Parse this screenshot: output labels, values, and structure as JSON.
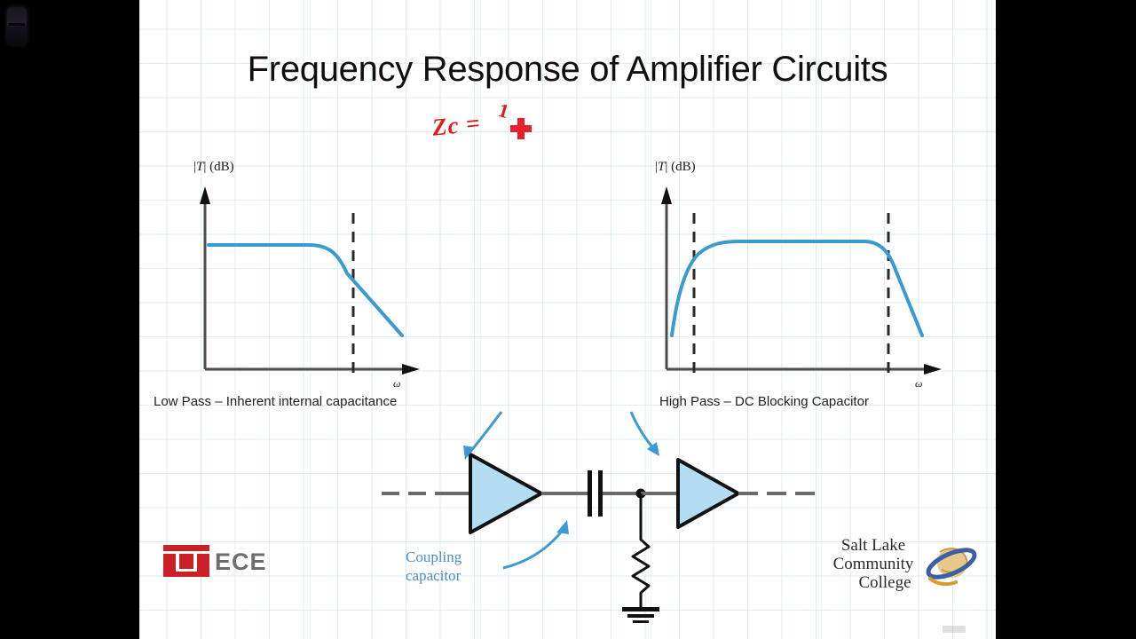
{
  "window": {
    "corner_icon": "device-glyph",
    "letterbox": true,
    "background_color": "#000000",
    "slide_background": "#ffffff",
    "grid_color": "#c4e0e8"
  },
  "slide": {
    "title": "Frequency Response of Amplifier Circuits",
    "annotation": {
      "color": "#e01b1b",
      "expression": "Zc =",
      "numerator": "1",
      "cursor": "red-cross-cursor"
    }
  },
  "charts": [
    {
      "id": "low-pass",
      "ylabel_prefix": "|",
      "ylabel_var": "T",
      "ylabel_suffix": "| (dB)",
      "xlabel": "ω",
      "caption": "Low Pass – Inherent internal capacitance"
    },
    {
      "id": "high-pass",
      "ylabel_prefix": "|",
      "ylabel_var": "T",
      "ylabel_suffix": "| (dB)",
      "xlabel": "ω",
      "caption": "High Pass – DC Blocking Capacitor"
    }
  ],
  "chart_data": [
    {
      "type": "line",
      "id": "low-pass",
      "title": "Low Pass – Inherent internal capacitance",
      "xlabel": "ω",
      "ylabel": "|T| (dB)",
      "grid": false,
      "legend": "none",
      "xlim": [
        0,
        100
      ],
      "ylim": [
        0,
        100
      ],
      "annotations": [
        {
          "type": "vline",
          "style": "dashed",
          "x": 72,
          "label": ""
        }
      ],
      "series": [
        {
          "name": "|T| (dB)",
          "color": "#3a9bd0",
          "x": [
            3,
            20,
            38,
            48,
            55,
            60,
            65,
            70,
            75,
            80,
            86,
            92,
            98
          ],
          "y": [
            82,
            82,
            82,
            81,
            79,
            75,
            70,
            64,
            57,
            50,
            42,
            35,
            29
          ]
        }
      ]
    },
    {
      "type": "line",
      "id": "high-pass",
      "title": "High Pass – DC Blocking Capacitor",
      "xlabel": "ω",
      "ylabel": "|T| (dB)",
      "grid": false,
      "legend": "none",
      "xlim": [
        0,
        100
      ],
      "ylim": [
        0,
        100
      ],
      "annotations": [
        {
          "type": "vline",
          "style": "dashed",
          "x": 17,
          "label": ""
        },
        {
          "type": "vline",
          "style": "dashed",
          "x": 85,
          "label": ""
        }
      ],
      "series": [
        {
          "name": "|T| (dB)",
          "color": "#3a9bd0",
          "x": [
            3,
            7,
            12,
            17,
            22,
            28,
            35,
            50,
            65,
            75,
            82,
            88,
            93,
            97
          ],
          "y": [
            27,
            42,
            58,
            69,
            76,
            80,
            81,
            81,
            81,
            80,
            75,
            66,
            50,
            31
          ]
        }
      ]
    }
  ],
  "circuit": {
    "amp1": "amplifier-triangle",
    "amp2": "amplifier-triangle",
    "capacitor": "coupling-capacitor",
    "resistor": "resistor",
    "ground": "ground-symbol",
    "label": {
      "line1": "Coupling",
      "line2": "capacitor",
      "color": "#4a8fc4"
    },
    "callout_color": "#3d9ad6"
  },
  "logos": {
    "ece": {
      "mark": "u-of-u-block-u",
      "text": "ECE",
      "mark_color": "#cc2027",
      "text_color": "#6d6d6d"
    },
    "slcc": {
      "line1": "Salt Lake",
      "line2": "Community",
      "line3": "College",
      "icon": "globe-swoosh-icon",
      "text_color": "#2b2b2b",
      "icon_color": "#3b5fa0"
    }
  }
}
